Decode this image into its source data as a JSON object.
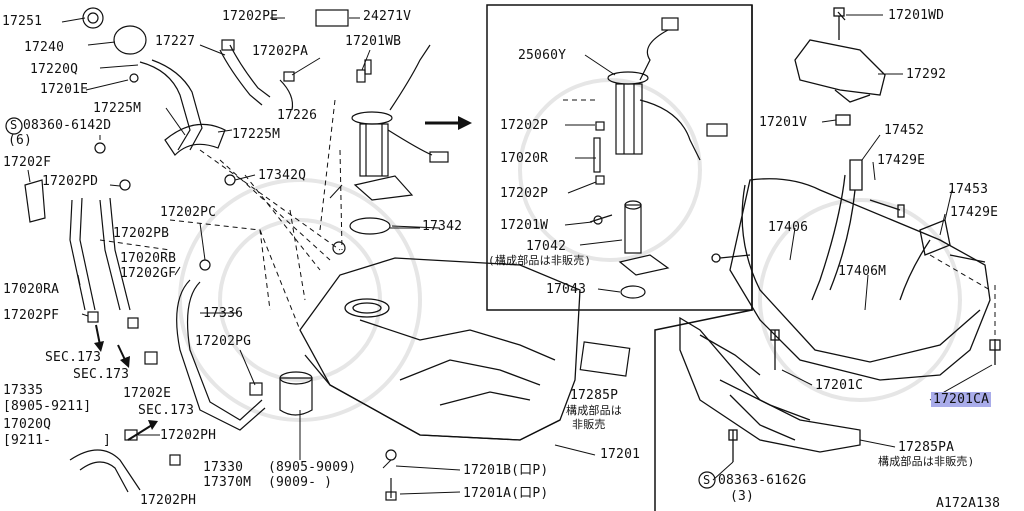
{
  "labels": {
    "l17251": "17251",
    "l24271v": "24271V",
    "l17202pe": "17202PE",
    "l17240": "17240",
    "l17227": "17227",
    "l17201wb": "17201WB",
    "l17202pa": "17202PA",
    "l17220q": "17220Q",
    "l17201e": "17201E",
    "l17225m_a": "17225M",
    "l17226": "17226",
    "l08360_circ": "S",
    "l08360": "08360-6142D",
    "l08360_qty": "(6)",
    "l17225m_b": "17225M",
    "l17202f": "17202F",
    "l17202pd": "17202PD",
    "l17342q": "17342Q",
    "l17202pc": "17202PC",
    "l17202pb": "17202PB",
    "l17342": "17342",
    "l17020rb": "17020RB",
    "l17202gf": "17202GF",
    "l17020ra": "17020RA",
    "l17336": "17336",
    "l17202pf": "17202PF",
    "l17202pg": "17202PG",
    "lsec173a": "SEC.173",
    "lsec173b": "SEC.173",
    "l17335": "17335",
    "l17335_r": "[8905-9211]",
    "l17202e": "17202E",
    "lsec173c": "SEC.173",
    "l17020q": "17020Q",
    "l17020q_r": "[9211-",
    "l17020q_br": "]",
    "l17202ph_a": "17202PH",
    "l17330": "17330",
    "l17330_r": "(8905-9009)",
    "l17370m": "17370M",
    "l17370m_r": "(9009-  )",
    "l17202ph_b": "17202PH",
    "l17201b": "17201B(口P)",
    "l17201": "17201",
    "l17201a": "17201A(口P)",
    "l17285p": "17285P",
    "l17285p_n1": "構成部品は",
    "l17285p_n2": "非販売",
    "l25060y": "25060Y",
    "l17202p_a": "17202P",
    "l17020r": "17020R",
    "l17202p_b": "17202P",
    "l17201w": "17201W",
    "l17042": "17042",
    "l17042_n": "(構成部品は非販売)",
    "l17043": "17043",
    "l17201wd": "17201WD",
    "l17292": "17292",
    "l17201v": "17201V",
    "l17452": "17452",
    "l17429e_a": "17429E",
    "l17453": "17453",
    "l17429e_b": "17429E",
    "l17406": "17406",
    "l17406m": "17406M",
    "l17201c": "17201C",
    "l17201ca": "17201CA",
    "l17285pa": "17285PA",
    "l17285pa_n": "構成部品は非販売)",
    "l08363_circ": "S",
    "l08363": "08363-6162G",
    "l08363_qty": "(3)",
    "lfig": "A172A138"
  },
  "colors": {
    "line": "#111111",
    "highlight": "#a9acea",
    "watermark": "#e6e6e6"
  }
}
